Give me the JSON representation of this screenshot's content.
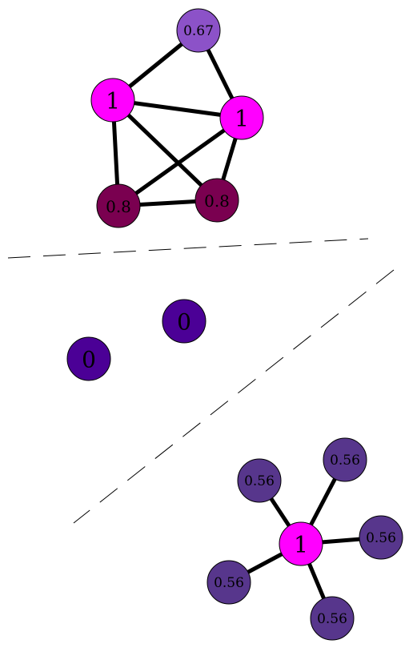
{
  "graph": {
    "components": [
      {
        "id": "top",
        "nodes": [
          {
            "id": "t_a",
            "label": "0.67",
            "color": "#8c52c8"
          },
          {
            "id": "t_b",
            "label": "1",
            "color": "#ff00ff"
          },
          {
            "id": "t_c",
            "label": "1",
            "color": "#ff00ff"
          },
          {
            "id": "t_d",
            "label": "0.8",
            "color": "#7a0050"
          },
          {
            "id": "t_e",
            "label": "0.8",
            "color": "#7a0050"
          }
        ],
        "edges": [
          [
            "t_a",
            "t_b"
          ],
          [
            "t_a",
            "t_c"
          ],
          [
            "t_b",
            "t_c"
          ],
          [
            "t_b",
            "t_d"
          ],
          [
            "t_b",
            "t_e"
          ],
          [
            "t_c",
            "t_d"
          ],
          [
            "t_c",
            "t_e"
          ],
          [
            "t_d",
            "t_e"
          ]
        ]
      },
      {
        "id": "middle",
        "nodes": [
          {
            "id": "m_a",
            "label": "0",
            "color": "#4b0096"
          },
          {
            "id": "m_b",
            "label": "0",
            "color": "#4b0096"
          }
        ],
        "edges": []
      },
      {
        "id": "bottom",
        "nodes": [
          {
            "id": "b_center",
            "label": "1",
            "color": "#ff00ff"
          },
          {
            "id": "b_1",
            "label": "0.56",
            "color": "#57368c"
          },
          {
            "id": "b_2",
            "label": "0.56",
            "color": "#57368c"
          },
          {
            "id": "b_3",
            "label": "0.56",
            "color": "#57368c"
          },
          {
            "id": "b_4",
            "label": "0.56",
            "color": "#57368c"
          },
          {
            "id": "b_5",
            "label": "0.56",
            "color": "#57368c"
          }
        ],
        "edges": [
          [
            "b_center",
            "b_1"
          ],
          [
            "b_center",
            "b_2"
          ],
          [
            "b_center",
            "b_3"
          ],
          [
            "b_center",
            "b_4"
          ],
          [
            "b_center",
            "b_5"
          ]
        ]
      }
    ]
  }
}
